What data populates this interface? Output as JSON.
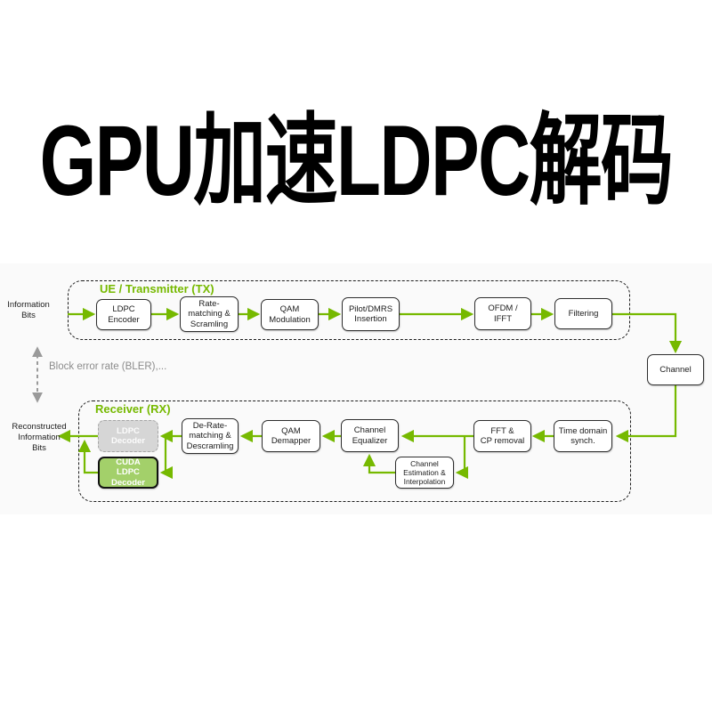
{
  "title": "GPU加速LDPC解码",
  "colors": {
    "nvidia_green": "#76b900",
    "cuda_block_fill": "#a3d06a",
    "disabled_block_fill": "#d6d6d6",
    "block_border": "#2e2e2e",
    "muted_gray": "#8c8c8c"
  },
  "diagram": {
    "tx_section_label": "UE / Transmitter (TX)",
    "rx_section_label": "Receiver (RX)",
    "side_labels": {
      "information_bits": "Information\nBits",
      "reconstructed_information_bits": "Reconstructed\nInformation\nBits",
      "bler": "Block error rate (BLER),..."
    },
    "blocks": {
      "ldpc_encoder": "LDPC\nEncoder",
      "rate_matching_scrambling": "Rate-\nmatching &\nScramling",
      "qam_modulation": "QAM\nModulation",
      "pilot_dmrs_insertion": "Pilot/DMRS\nInsertion",
      "ofdm_ifft": "OFDM /\nIFFT",
      "filtering": "Filtering",
      "channel": "Channel",
      "time_domain_sync": "Time domain\nsynch.",
      "fft_cp_removal": "FFT &\nCP removal",
      "channel_equalizer": "Channel\nEqualizer",
      "channel_estimation_interpolation": "Channel\nEstimation &\nInterpolation",
      "qam_demapper": "QAM\nDemapper",
      "de_rate_matching_descrambling": "De-Rate-\nmatching &\nDescramling",
      "ldpc_decoder": "LDPC\nDecoder",
      "cuda_ldpc_decoder": "CUDA\nLDPC\nDecoder"
    }
  }
}
